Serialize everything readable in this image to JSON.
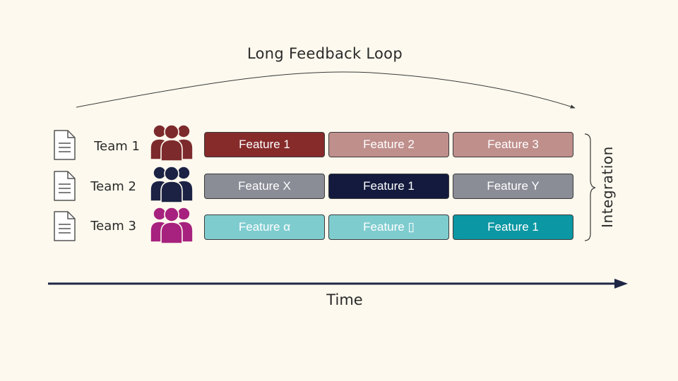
{
  "diagram": {
    "loop_label": "Long Feedback Loop",
    "time_label": "Time",
    "integration_label": "Integration",
    "colors": {
      "background": "#fdf9ee",
      "team1_people": "#7d2a2c",
      "team2_people": "#1b2244",
      "team3_people": "#a6227e"
    },
    "teams": [
      {
        "label": "Team 1",
        "doc_icon": "document-icon",
        "people_icon": "team-people-icon",
        "features": [
          {
            "label": "Feature 1",
            "color": "#862a2a"
          },
          {
            "label": "Feature 2",
            "color": "#bf8f8c"
          },
          {
            "label": "Feature 3",
            "color": "#bf8f8c"
          }
        ]
      },
      {
        "label": "Team 2",
        "doc_icon": "document-icon",
        "people_icon": "team-people-icon",
        "features": [
          {
            "label": "Feature X",
            "color": "#8a8c96"
          },
          {
            "label": "Feature 1",
            "color": "#131a3e"
          },
          {
            "label": "Feature Y",
            "color": "#8a8c96"
          }
        ]
      },
      {
        "label": "Team 3",
        "doc_icon": "document-icon",
        "people_icon": "team-people-icon",
        "features": [
          {
            "label": "Feature α",
            "color": "#7fcccf"
          },
          {
            "label": "Feature ▯",
            "color": "#7fcccf"
          },
          {
            "label": "Feature 1",
            "color": "#0b97a3"
          }
        ]
      }
    ]
  }
}
